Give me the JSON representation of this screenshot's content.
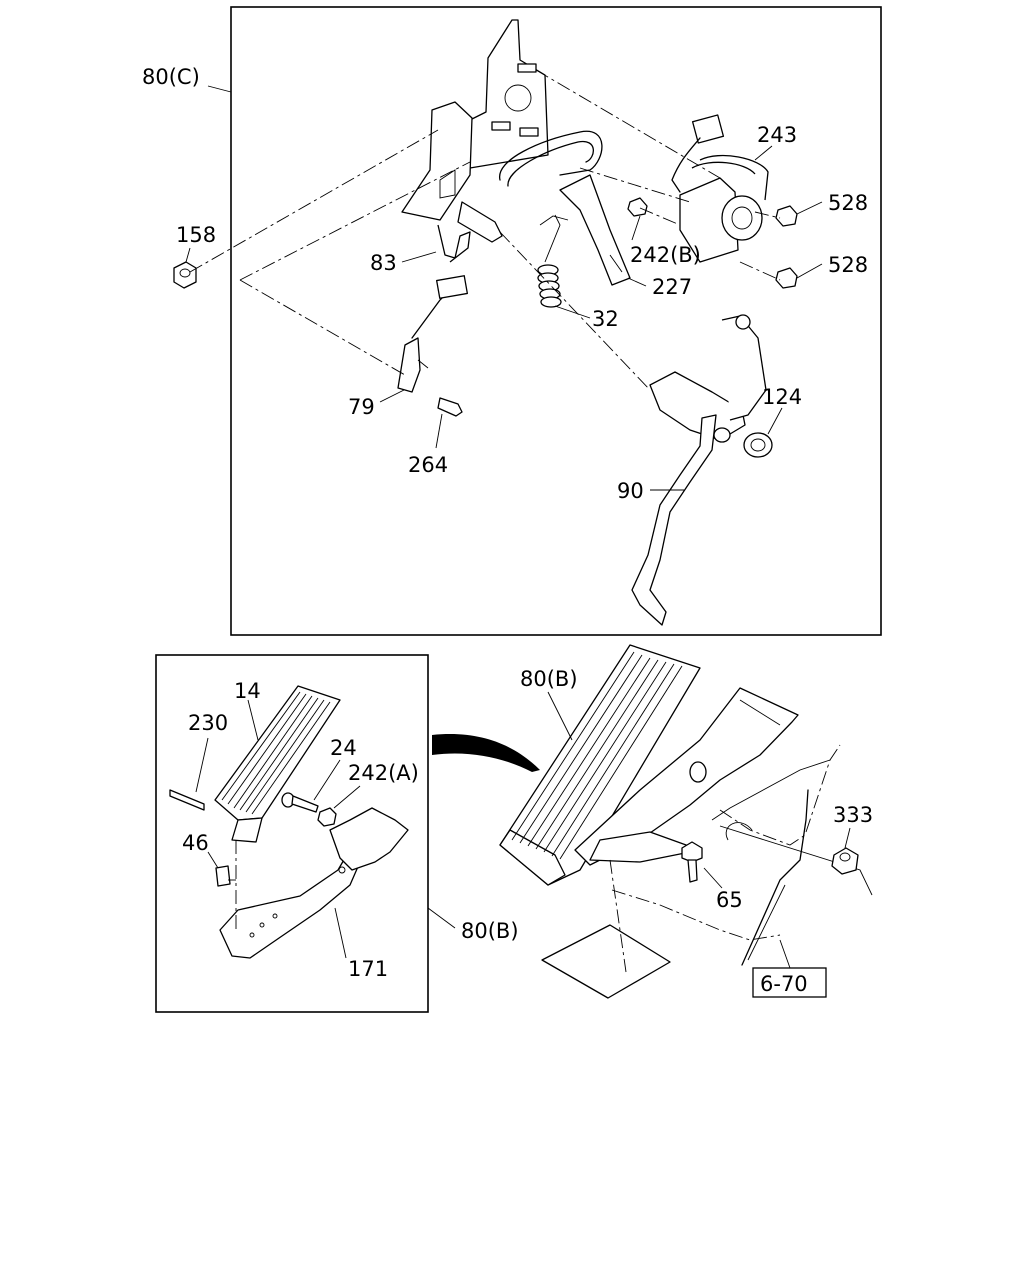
{
  "labels": {
    "l80c": "80(C)",
    "l158": "158",
    "l83": "83",
    "l79": "79",
    "l264": "264",
    "l243": "243",
    "l528a": "528",
    "l528b": "528",
    "l242b": "242(B)",
    "l227": "227",
    "l32": "32",
    "l124": "124",
    "l90": "90",
    "l14": "14",
    "l230": "230",
    "l24": "24",
    "l242a": "242(A)",
    "l46": "46",
    "l80b_inset": "80(B)",
    "l171": "171",
    "l80b_main": "80(B)",
    "l333": "333",
    "l65": "65",
    "l670": "6-70"
  }
}
